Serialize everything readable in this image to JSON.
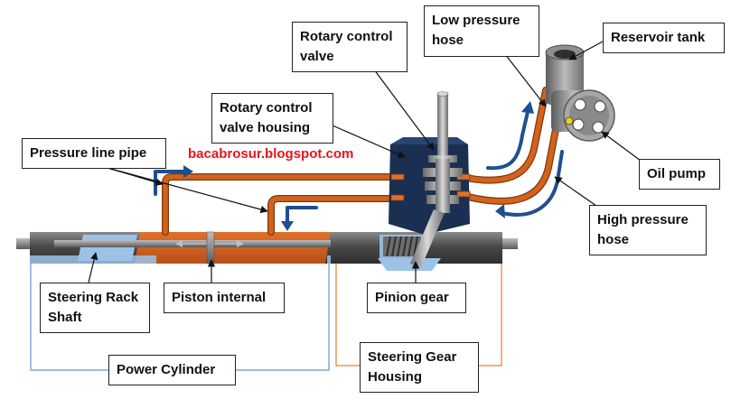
{
  "watermark": "bacabrosur.blogspot.com",
  "labels": {
    "low_pressure_hose": [
      "Low pressure",
      "hose"
    ],
    "reservoir_tank": [
      "Reservoir tank"
    ],
    "rotary_control_valve": [
      "Rotary control",
      "valve"
    ],
    "rotary_control_valve_housing": [
      "Rotary control",
      "valve housing"
    ],
    "pressure_line_pipe": [
      "Pressure line pipe"
    ],
    "oil_pump": [
      "Oil pump"
    ],
    "high_pressure_hose": [
      "High pressure",
      "hose"
    ],
    "steering_rack_shaft": [
      "Steering Rack",
      "Shaft"
    ],
    "piston_internal": [
      "Piston internal"
    ],
    "pinion_gear": [
      "Pinion gear"
    ],
    "power_cylinder": [
      "Power Cylinder"
    ],
    "steering_gear_housing": [
      "Steering Gear",
      "Housing"
    ]
  },
  "colors": {
    "fluid_orange": "#d4621c",
    "flow_arrow_blue": "#1f4f8f",
    "housing_navy": "#1b2f52",
    "rack_body_gray": "#5a5a5a",
    "rack_inner_blue": "#9cc3e6",
    "power_cylinder_bracket": "#5b9bd5",
    "gear_housing_bracket": "#ed7d31",
    "watermark_red": "#e8141b"
  }
}
